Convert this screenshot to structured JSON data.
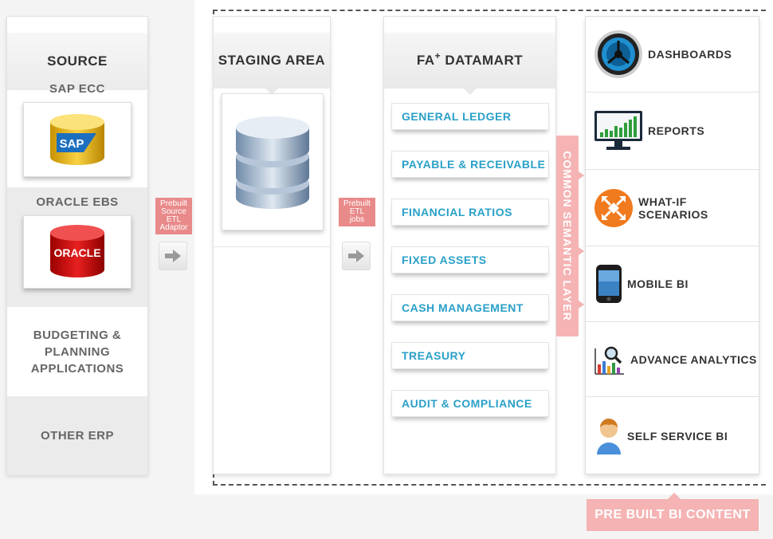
{
  "source": {
    "title": "SOURCE",
    "sections": [
      "SAP ECC",
      "ORACLE EBS",
      "BUDGETING & PLANNING APPLICATIONS",
      "OTHER ERP"
    ],
    "budgeting_lines": [
      "BUDGETING &",
      "PLANNING",
      "APPLICATIONS"
    ],
    "sap_logo": "SAP",
    "oracle_logo": "ORACLE"
  },
  "connectors": {
    "source_to_staging": "Prebuilt Source ETL Adaptor",
    "source_lines": [
      "Prebuilt",
      "Source",
      "ETL",
      "Adaptor"
    ],
    "staging_to_datamart": "Prebuilt ETL jobs",
    "staging_lines": [
      "Prebuilt",
      "ETL",
      "jobs"
    ]
  },
  "staging": {
    "title": "STAGING AREA"
  },
  "datamart": {
    "title_prefix": "FA",
    "title_sup": "+",
    "title_suffix": " DATAMART",
    "items": [
      "GENERAL LEDGER",
      "PAYABLE & RECEIVABLE",
      "FINANCIAL RATIOS",
      "FIXED ASSETS",
      "CASH MANAGEMENT",
      "TREASURY",
      "AUDIT & COMPLIANCE"
    ]
  },
  "semantic_layer": "COMMON SEMANTIC LAYER",
  "bi_content": {
    "items": [
      "DASHBOARDS",
      "REPORTS",
      "WHAT-IF SCENARIOS",
      "MOBILE BI",
      "ADVANCE ANALYTICS",
      "SELF SERVICE BI"
    ],
    "footer": "PRE BUILT BI CONTENT"
  },
  "colors": {
    "accent_blue": "#2aa0c8",
    "pink": "#f5b3b3",
    "arrow_label": "#e98a8a"
  }
}
